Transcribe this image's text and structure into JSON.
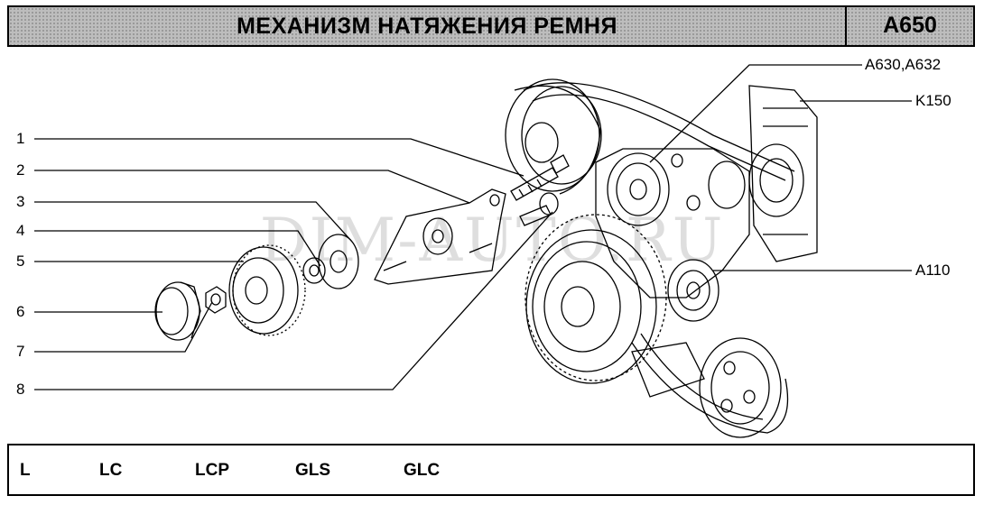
{
  "header": {
    "title": "МЕХАНИЗМ НАТЯЖЕНИЯ РЕМНЯ",
    "code": "A650"
  },
  "callouts": [
    "1",
    "2",
    "3",
    "4",
    "5",
    "6",
    "7",
    "8"
  ],
  "references": {
    "top_right": "A630,A632",
    "alternator": "K150",
    "pump": "A110"
  },
  "watermark": "DIM-AUTO.RU",
  "footer": {
    "versions": [
      "L",
      "LC",
      "LCP",
      "GLS",
      "GLC"
    ]
  }
}
